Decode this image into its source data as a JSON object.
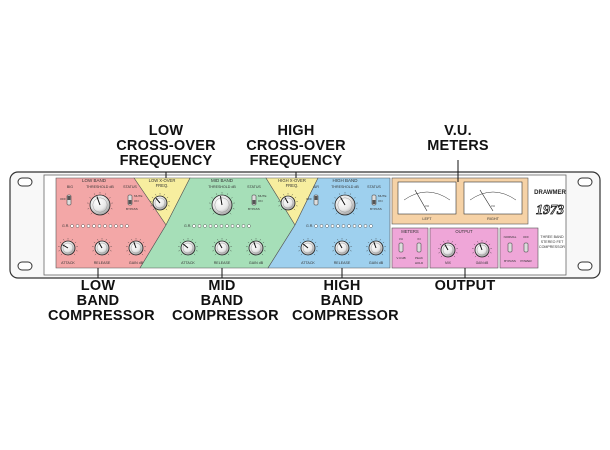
{
  "top_callouts": {
    "low_crossover": [
      "LOW",
      "CROSS-OVER",
      "FREQUENCY"
    ],
    "high_crossover": [
      "HIGH",
      "CROSS-OVER",
      "FREQUENCY"
    ],
    "vu_meters": [
      "V.U.",
      "METERS"
    ]
  },
  "bottom_callouts": {
    "low_band": [
      "LOW",
      "BAND",
      "COMPRESSOR"
    ],
    "mid_band": [
      "MID",
      "BAND",
      "COMPRESSOR"
    ],
    "high_band": [
      "HIGH",
      "BAND",
      "COMPRESSOR"
    ],
    "output": [
      "OUTPUT"
    ]
  },
  "panel": {
    "brand": "DRAWMER",
    "model": "1973",
    "description": [
      "THREE BAND",
      "STEREO FET",
      "COMPRESSOR"
    ],
    "low_band_title": "LOW BAND",
    "mid_band_title": "MID BAND",
    "high_band_title": "HIGH BAND",
    "low_xover_title": [
      "LOW X-OVER",
      "FREQ."
    ],
    "high_xover_title": [
      "HIGH X-OVER",
      "FREQ."
    ],
    "threshold_label": "THRESHOLD dB",
    "status_label": "STATUS",
    "mute_label": "MUTE",
    "on_label": "ON",
    "bypass_label": "BYPASS",
    "big_label": "BIG",
    "air_label": "AIR",
    "off_label": "OFF",
    "gr_label": "G.R.",
    "attack_label": "ATTACK",
    "release_label": "RELEASE",
    "gain_label": "GAIN dB",
    "meters_title": "METERS",
    "output_title": "OUTPUT",
    "left_label": "LEFT",
    "right_label": "RIGHT",
    "vu_label": "VU",
    "in_label": "IN",
    "out_label": "OUT",
    "vu_pan_label": "V.U/dB",
    "peak_label": "PEAK",
    "hold_label": "HOLD",
    "mix_label": "MIX",
    "normal_label": "NORMAL",
    "bypass_sw_label": "BYPASS",
    "power_label": "POWER",
    "gr_scale": [
      "20",
      "16",
      "12",
      "8",
      "6",
      "4",
      "3",
      "2",
      "1"
    ],
    "knob_scale": [
      "1",
      "2",
      "3",
      "4",
      "5",
      "6",
      "7",
      "8",
      "9"
    ]
  },
  "colors": {
    "low_band": "#f3a7a7",
    "crossover": "#f7ee9f",
    "mid_band": "#a6dfb8",
    "high_band": "#9ed0ee",
    "vu": "#f6d2a6",
    "output": "#efa6d8",
    "rack": "#f8f8f8"
  }
}
